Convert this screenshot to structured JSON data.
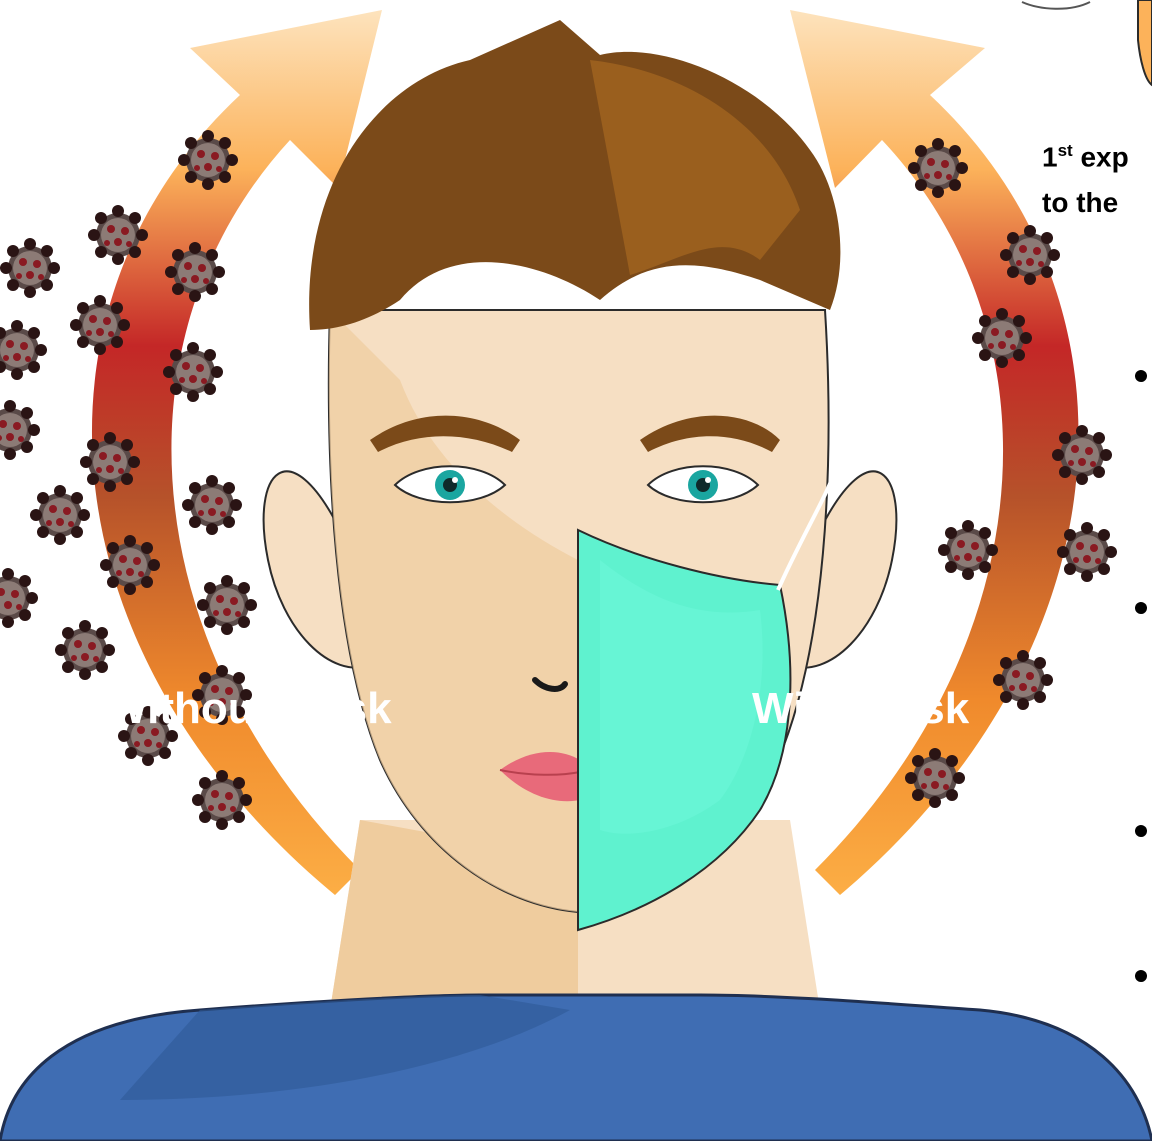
{
  "labels": {
    "without_mask": "Without Mask",
    "with_mask": "With Mask"
  },
  "side_text": {
    "line1_prefix": "1",
    "line1_sup": "st",
    "line1_rest": " exp",
    "line2": "to the"
  },
  "bullets_count": 4,
  "colors": {
    "arrow_top": "#fcd9a8",
    "arrow_mid": "#b8202a",
    "arrow_bottom": "#f7a940",
    "hair": "#7b4a19",
    "skin": "#f6dfc3",
    "skin_shadow": "#efcc9e",
    "mask": "#5ff2cf",
    "shirt": "#3f6db3",
    "eye": "#1aa6a0",
    "lips": "#e86a7a"
  },
  "icons": [
    "virus-particle-icon"
  ]
}
